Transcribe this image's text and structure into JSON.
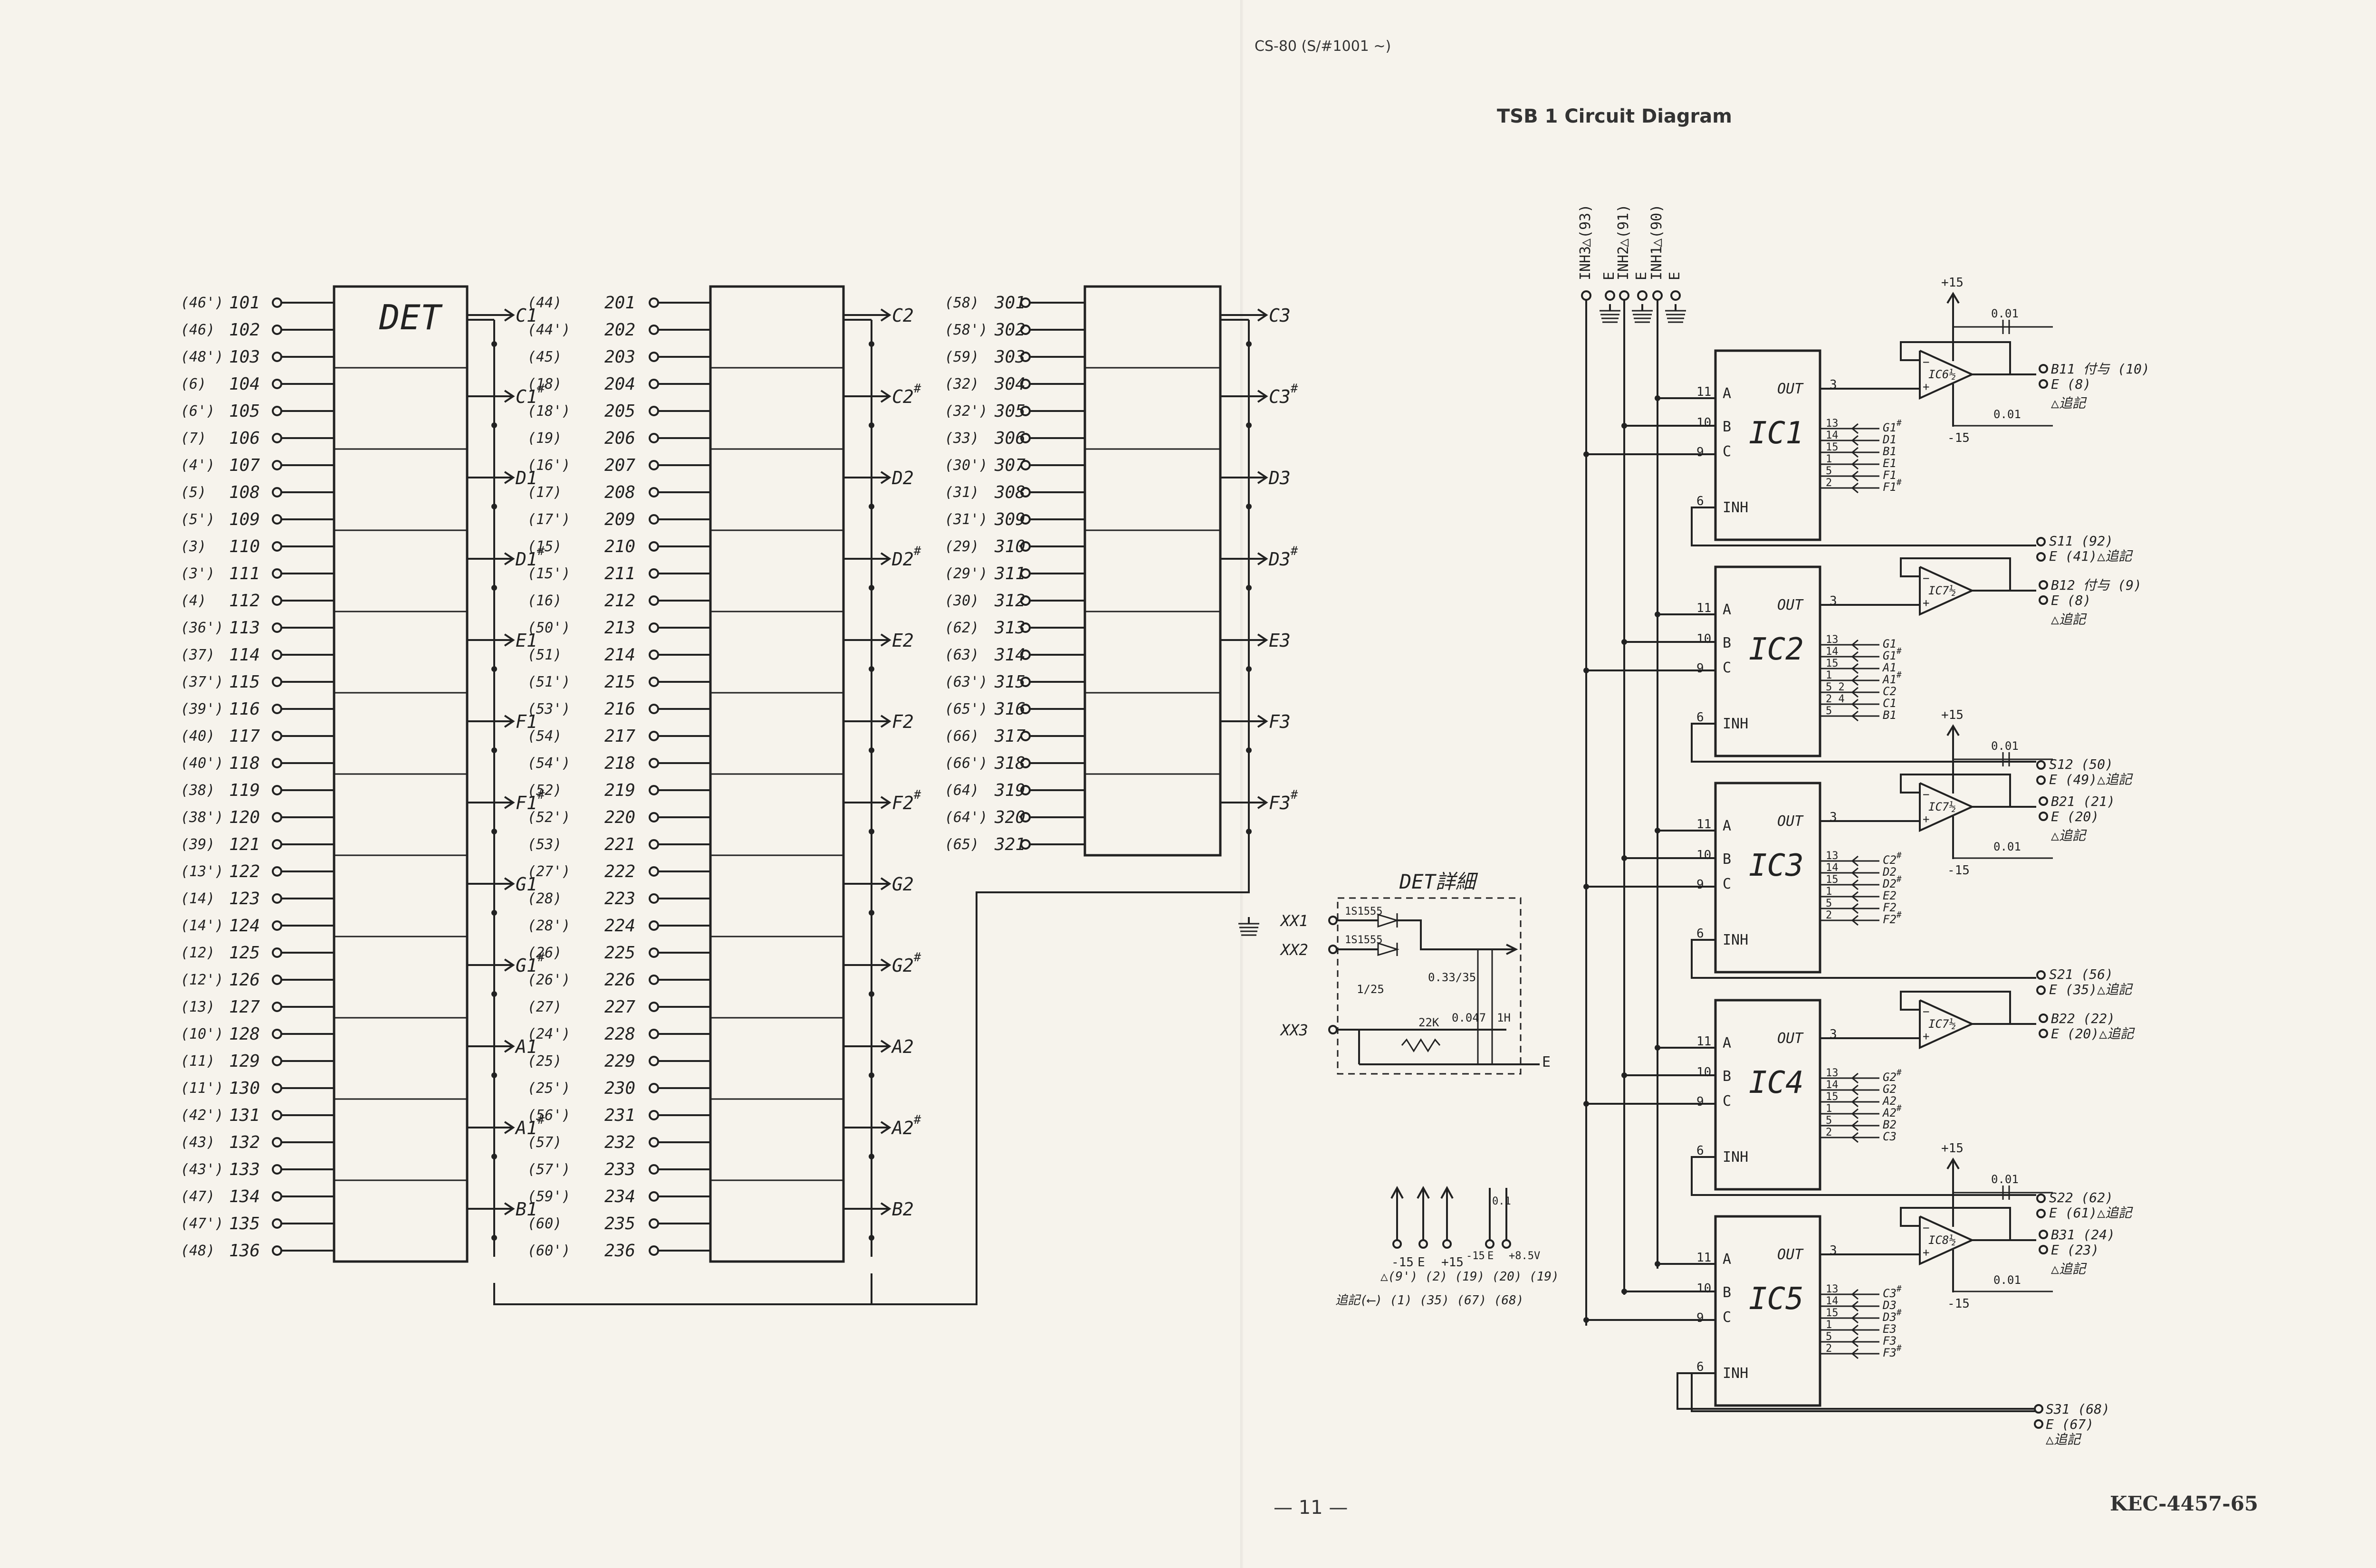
{
  "header": {
    "model_note": "CS-80 (S/#1001 ~)",
    "title": "TSB 1 Circuit Diagram",
    "page_number": "— 11 —",
    "doc_code": "KEC-4457-65"
  },
  "det_block_label": "DET",
  "det_detail_title": "DET詳細",
  "columns": [
    {
      "pins": [
        {
          "ref": "(46')",
          "num": "101"
        },
        {
          "ref": "(46)",
          "num": "102"
        },
        {
          "ref": "(48')",
          "num": "103"
        },
        {
          "ref": "(6)",
          "num": "104"
        },
        {
          "ref": "(6')",
          "num": "105"
        },
        {
          "ref": "(7)",
          "num": "106"
        },
        {
          "ref": "(4')",
          "num": "107"
        },
        {
          "ref": "(5)",
          "num": "108"
        },
        {
          "ref": "(5')",
          "num": "109"
        },
        {
          "ref": "(3)",
          "num": "110"
        },
        {
          "ref": "(3')",
          "num": "111"
        },
        {
          "ref": "(4)",
          "num": "112"
        },
        {
          "ref": "(36')",
          "num": "113"
        },
        {
          "ref": "(37)",
          "num": "114"
        },
        {
          "ref": "(37')",
          "num": "115"
        },
        {
          "ref": "(39')",
          "num": "116"
        },
        {
          "ref": "(40)",
          "num": "117"
        },
        {
          "ref": "(40')",
          "num": "118"
        },
        {
          "ref": "(38)",
          "num": "119"
        },
        {
          "ref": "(38')",
          "num": "120"
        },
        {
          "ref": "(39)",
          "num": "121"
        },
        {
          "ref": "(13')",
          "num": "122"
        },
        {
          "ref": "(14)",
          "num": "123"
        },
        {
          "ref": "(14')",
          "num": "124"
        },
        {
          "ref": "(12)",
          "num": "125"
        },
        {
          "ref": "(12')",
          "num": "126"
        },
        {
          "ref": "(13)",
          "num": "127"
        },
        {
          "ref": "(10')",
          "num": "128"
        },
        {
          "ref": "(11)",
          "num": "129"
        },
        {
          "ref": "(11')",
          "num": "130"
        },
        {
          "ref": "(42')",
          "num": "131"
        },
        {
          "ref": "(43)",
          "num": "132"
        },
        {
          "ref": "(43')",
          "num": "133"
        },
        {
          "ref": "(47)",
          "num": "134"
        },
        {
          "ref": "(47')",
          "num": "135"
        },
        {
          "ref": "(48)",
          "num": "136"
        }
      ],
      "outputs": [
        "C1",
        "C1#",
        "D1",
        "D1#",
        "E1",
        "F1",
        "F1#",
        "G1",
        "G1#",
        "A1",
        "A1#",
        "B1"
      ]
    },
    {
      "pins": [
        {
          "ref": "(44)",
          "num": "201"
        },
        {
          "ref": "(44')",
          "num": "202"
        },
        {
          "ref": "(45)",
          "num": "203"
        },
        {
          "ref": "(18)",
          "num": "204"
        },
        {
          "ref": "(18')",
          "num": "205"
        },
        {
          "ref": "(19)",
          "num": "206"
        },
        {
          "ref": "(16')",
          "num": "207"
        },
        {
          "ref": "(17)",
          "num": "208"
        },
        {
          "ref": "(17')",
          "num": "209"
        },
        {
          "ref": "(15)",
          "num": "210"
        },
        {
          "ref": "(15')",
          "num": "211"
        },
        {
          "ref": "(16)",
          "num": "212"
        },
        {
          "ref": "(50')",
          "num": "213"
        },
        {
          "ref": "(51)",
          "num": "214"
        },
        {
          "ref": "(51')",
          "num": "215"
        },
        {
          "ref": "(53')",
          "num": "216"
        },
        {
          "ref": "(54)",
          "num": "217"
        },
        {
          "ref": "(54')",
          "num": "218"
        },
        {
          "ref": "(52)",
          "num": "219"
        },
        {
          "ref": "(52')",
          "num": "220"
        },
        {
          "ref": "(53)",
          "num": "221"
        },
        {
          "ref": "(27')",
          "num": "222"
        },
        {
          "ref": "(28)",
          "num": "223"
        },
        {
          "ref": "(28')",
          "num": "224"
        },
        {
          "ref": "(26)",
          "num": "225"
        },
        {
          "ref": "(26')",
          "num": "226"
        },
        {
          "ref": "(27)",
          "num": "227"
        },
        {
          "ref": "(24')",
          "num": "228"
        },
        {
          "ref": "(25)",
          "num": "229"
        },
        {
          "ref": "(25')",
          "num": "230"
        },
        {
          "ref": "(56')",
          "num": "231"
        },
        {
          "ref": "(57)",
          "num": "232"
        },
        {
          "ref": "(57')",
          "num": "233"
        },
        {
          "ref": "(59')",
          "num": "234"
        },
        {
          "ref": "(60)",
          "num": "235"
        },
        {
          "ref": "(60')",
          "num": "236"
        }
      ],
      "outputs": [
        "C2",
        "C2#",
        "D2",
        "D2#",
        "E2",
        "F2",
        "F2#",
        "G2",
        "G2#",
        "A2",
        "A2#",
        "B2"
      ]
    },
    {
      "pins": [
        {
          "ref": "(58)",
          "num": "301"
        },
        {
          "ref": "(58')",
          "num": "302"
        },
        {
          "ref": "(59)",
          "num": "303"
        },
        {
          "ref": "(32)",
          "num": "304"
        },
        {
          "ref": "(32')",
          "num": "305"
        },
        {
          "ref": "(33)",
          "num": "306"
        },
        {
          "ref": "(30')",
          "num": "307"
        },
        {
          "ref": "(31)",
          "num": "308"
        },
        {
          "ref": "(31')",
          "num": "309"
        },
        {
          "ref": "(29)",
          "num": "310"
        },
        {
          "ref": "(29')",
          "num": "311"
        },
        {
          "ref": "(30)",
          "num": "312"
        },
        {
          "ref": "(62)",
          "num": "313"
        },
        {
          "ref": "(63)",
          "num": "314"
        },
        {
          "ref": "(63')",
          "num": "315"
        },
        {
          "ref": "(65')",
          "num": "316"
        },
        {
          "ref": "(66)",
          "num": "317"
        },
        {
          "ref": "(66')",
          "num": "318"
        },
        {
          "ref": "(64)",
          "num": "319"
        },
        {
          "ref": "(64')",
          "num": "320"
        },
        {
          "ref": "(65)",
          "num": "321"
        }
      ],
      "outputs": [
        "C3",
        "C3#",
        "D3",
        "D3#",
        "E3",
        "F3",
        "F3#"
      ]
    }
  ],
  "top_inputs": [
    {
      "label": "INH3",
      "ref": "△(93)"
    },
    {
      "label": "E"
    },
    {
      "label": "INH2",
      "ref": "△(91)"
    },
    {
      "label": "E"
    },
    {
      "label": "INH1",
      "ref": "△(90)"
    },
    {
      "label": "E"
    }
  ],
  "pin_labels": {
    "a": "A",
    "b": "B",
    "c": "C",
    "inh": "INH",
    "out": "OUT",
    "a_no": "11",
    "b_no": "10",
    "c_no": "9",
    "inh_no": "6",
    "out_no": "3"
  },
  "ics": [
    {
      "name": "IC1",
      "pins": [
        "13",
        "14",
        "15",
        "1",
        "5",
        "2"
      ],
      "signals": [
        "G1#",
        "D1",
        "B1",
        "E1",
        "F1",
        "F1#"
      ],
      "op": {
        "name": "IC6½",
        "supply_pos": "+15",
        "supply_neg": "-15",
        "cap": "0.01",
        "cap2": "0.01"
      },
      "outputs": [
        {
          "t": "B11 付与 (10)"
        },
        {
          "t": "E (8)"
        },
        {
          "t": "△追記"
        }
      ],
      "shield": [
        {
          "t": "S11 (92)"
        },
        {
          "t": "E (41)△追記"
        }
      ]
    },
    {
      "name": "IC2",
      "pins": [
        "13",
        "14",
        "15",
        "1",
        "5 2",
        "2 4",
        "5"
      ],
      "signals": [
        "G1",
        "G1#",
        "A1",
        "A1#",
        "C2",
        "C1",
        "B1"
      ],
      "op": {
        "name": "IC7½"
      },
      "outputs": [
        {
          "t": "B12 付与 (9)"
        },
        {
          "t": "E (8)"
        },
        {
          "t": "△追記"
        }
      ],
      "shield": []
    },
    {
      "name": "IC3",
      "pins": [
        "13",
        "14",
        "15",
        "1",
        "5",
        "2"
      ],
      "signals": [
        "C2#",
        "D2",
        "D2#",
        "E2",
        "F2",
        "F2#"
      ],
      "op": {
        "name": "IC7½",
        "supply_pos": "+15",
        "supply_neg": "-15",
        "cap": "0.01",
        "cap2": "0.01"
      },
      "outputs": [
        {
          "t": "B21 (21)"
        },
        {
          "t": "E (20)"
        },
        {
          "t": "△追記"
        }
      ],
      "shield": [
        {
          "t": "S12 (50)"
        },
        {
          "t": "E (49)△追記"
        }
      ]
    },
    {
      "name": "IC4",
      "pins": [
        "13",
        "14",
        "15",
        "1",
        "5",
        "2"
      ],
      "signals": [
        "G2#",
        "G2",
        "A2",
        "A2#",
        "B2",
        "C3"
      ],
      "op": {
        "name": "IC7½"
      },
      "outputs": [
        {
          "t": "B22 (22)"
        },
        {
          "t": "E (20)△追記"
        }
      ],
      "shield": [
        {
          "t": "S21 (56)"
        },
        {
          "t": "E (35)△追記"
        }
      ]
    },
    {
      "name": "IC5",
      "pins": [
        "13",
        "14",
        "15",
        "1",
        "5",
        "2"
      ],
      "signals": [
        "C3#",
        "D3",
        "D3#",
        "E3",
        "F3",
        "F3#"
      ],
      "op": {
        "name": "IC8½",
        "supply_pos": "+15",
        "supply_neg": "-15",
        "cap": "0.01",
        "cap2": "0.01"
      },
      "outputs": [
        {
          "t": "B31 (24)"
        },
        {
          "t": "E (23)"
        },
        {
          "t": "△追記"
        }
      ],
      "shield": [
        {
          "t": "S22 (62)"
        },
        {
          "t": "E (61)△追記"
        }
      ]
    }
  ],
  "ic5_shield": [
    {
      "t": "S31 (68)"
    },
    {
      "t": "E (67)"
    },
    {
      "t": "△追記"
    }
  ],
  "det_detail": {
    "inputs": [
      "XX1",
      "XX2",
      "XX3"
    ],
    "diode1": "1S1555",
    "diode2": "1S1555",
    "cap1": "1/25",
    "cap2": "0.33/35",
    "resistor": "22K",
    "cap3": "0.047",
    "inductor": "1H",
    "out_label": "E"
  },
  "supply": {
    "labels": [
      "-15",
      "E",
      "+15"
    ],
    "cap": "0.1",
    "cap_labels": [
      "-15",
      "E",
      "+8.5V"
    ],
    "row_ann": "△(9')  (2)  (19)  (20)  (19)",
    "row_note": "追記(⟵)  (1)  (35)  (67)  (68)"
  }
}
